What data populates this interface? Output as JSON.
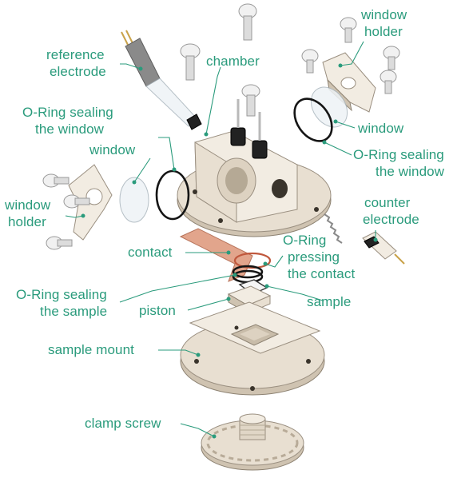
{
  "labels": {
    "reference_electrode_1": "reference",
    "reference_electrode_2": "electrode",
    "chamber": "chamber",
    "window_holder_top_1": "window",
    "window_holder_top_2": "holder",
    "oring_window_left_1": "O-Ring sealing",
    "oring_window_left_2": "the window",
    "window_left": "window",
    "window_right": "window",
    "oring_window_right_1": "O-Ring sealing",
    "oring_window_right_2": "the window",
    "window_holder_left_1": "window",
    "window_holder_left_2": "holder",
    "counter_electrode_1": "counter",
    "counter_electrode_2": "electrode",
    "contact": "contact",
    "oring_contact_1": "O-Ring",
    "oring_contact_2": "pressing",
    "oring_contact_3": "the contact",
    "oring_sample_1": "O-Ring sealing",
    "oring_sample_2": "the sample",
    "sample": "sample",
    "piston": "piston",
    "sample_mount": "sample mount",
    "clamp_screw": "clamp screw"
  },
  "colors": {
    "label": "#2a9b7c",
    "part_body": "#e8dfd1",
    "oring": "#151515",
    "contact_foil": "#e2a58c"
  }
}
